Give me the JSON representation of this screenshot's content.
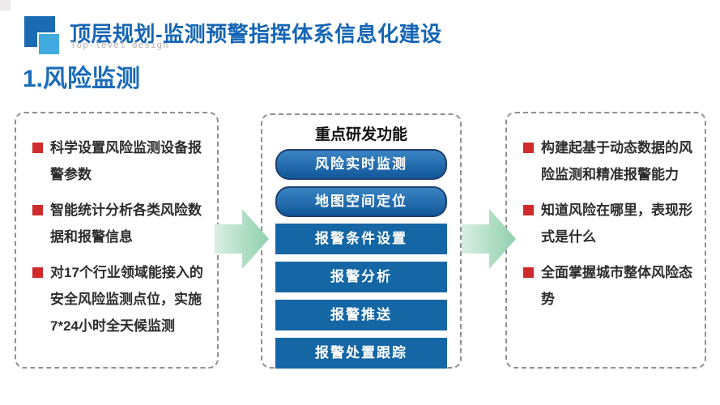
{
  "header": {
    "title": "顶层规划-监测预警指挥体系信息化建设",
    "subtitle": "Top-level design"
  },
  "section": {
    "heading": "1.风险监测"
  },
  "left_panel": {
    "bullets": [
      "科学设置风险监测设备报警参数",
      "智能统计分析各类风险数据和报警信息",
      "对17个行业领域能接入的安全风险监测点位，实施7*24小时全天候监测"
    ]
  },
  "middle_panel": {
    "title": "重点研发功能",
    "buttons": [
      "风险实时监测",
      "地图空间定位",
      "报警条件设置",
      "报警分析",
      "报警推送",
      "报警处置跟踪"
    ]
  },
  "right_panel": {
    "bullets": [
      "构建起基于动态数据的风险监测和精准报警能力",
      "知道风险在哪里，表现形式是什么",
      "全面掌握城市整体风险态势"
    ]
  },
  "colors": {
    "title_blue": "#1565b4",
    "heading_blue": "#1b6cb8",
    "logo_dark_blue": "#1a6bb3",
    "logo_light_blue": "#41aadf",
    "subtitle_gray": "#b5adad",
    "bullet_red": "#cf2b2b",
    "button_blue": "#1566a4",
    "button_border_navy": "#1d3f6e",
    "arrow_green": "#9fd7b8",
    "dashed_border_gray": "#8f8f8f"
  }
}
